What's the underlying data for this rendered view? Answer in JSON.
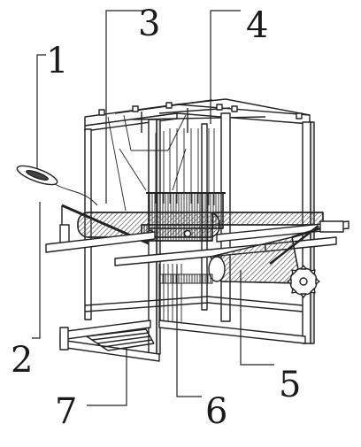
{
  "figure": {
    "subject": "handloom",
    "callouts": [
      {
        "id": "1",
        "label": "1",
        "part": "shuttle"
      },
      {
        "id": "2",
        "label": "2",
        "part": "shuttle-cord"
      },
      {
        "id": "3",
        "label": "3",
        "part": "heddle-frame"
      },
      {
        "id": "4",
        "label": "4",
        "part": "loom-frame"
      },
      {
        "id": "5",
        "label": "5",
        "part": "cloth-beam"
      },
      {
        "id": "6",
        "label": "6",
        "part": "reed-beater"
      },
      {
        "id": "7",
        "label": "7",
        "part": "treadles"
      }
    ]
  },
  "colors": {
    "ink": "#222222",
    "shade": "#8a8a8a",
    "paper": "#ffffff"
  }
}
